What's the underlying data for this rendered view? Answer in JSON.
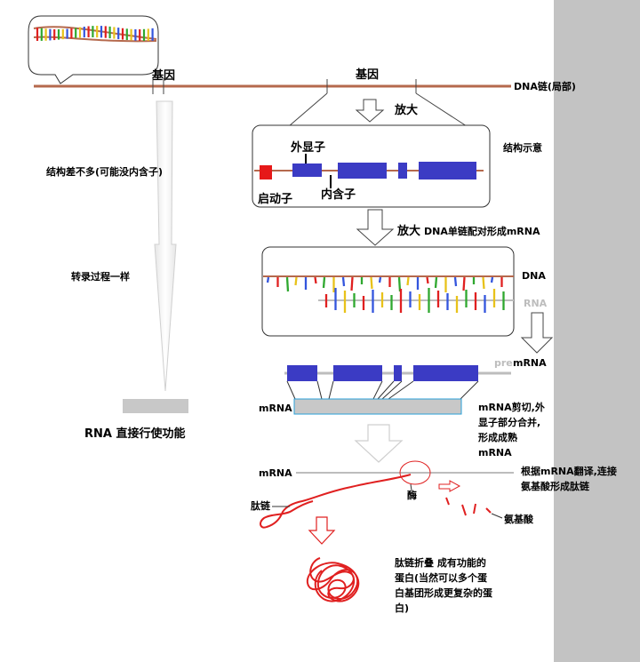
{
  "labels": {
    "gene_left": "基因",
    "gene_right": "基因",
    "dna_chain": "DNA链(局部)",
    "enlarge1": "放大",
    "exon": "外显子",
    "structure": "结构示意",
    "promoter": "启动子",
    "intron": "内含子",
    "enlarge2": "放大",
    "dna_single_strand": "DNA单链配对形成mRNA",
    "similar_structure": "结构差不多(可能没内含子)",
    "same_transcription": "转录过程一样",
    "dna": "DNA",
    "rna": "RNA",
    "pre": "pre",
    "pre_mrna": "mRNA",
    "mrna_box": "mRNA",
    "splice_note": "mRNA剪切,外显子部分合并,形成成熟mRNA",
    "rna_function": "RNA 直接行使功能",
    "mrna_line": "mRNA",
    "translate_note": "根据mRNA翻译,连接氨基酸形成肽链",
    "enzyme": "酶",
    "peptide": "肽链",
    "amino_acid": "氨基酸",
    "fold_note": "肽链折叠 成有功能的蛋白(当然可以多个蛋白基团形成更复杂的蛋白)"
  },
  "colors": {
    "dna_line": "#b5694d",
    "exon": "#3b3bc4",
    "promoter": "#e61919",
    "rna_gray": "#bdbdbd",
    "peptide_red": "#e02020",
    "right_panel": "#c3c3c3",
    "mrna_fill": "#c8c8c8",
    "mrna_border": "#2aa0d8",
    "base_red": "#e02020",
    "base_blue": "#3355dd",
    "base_yellow": "#e8c21a",
    "base_green": "#2fa82f"
  }
}
